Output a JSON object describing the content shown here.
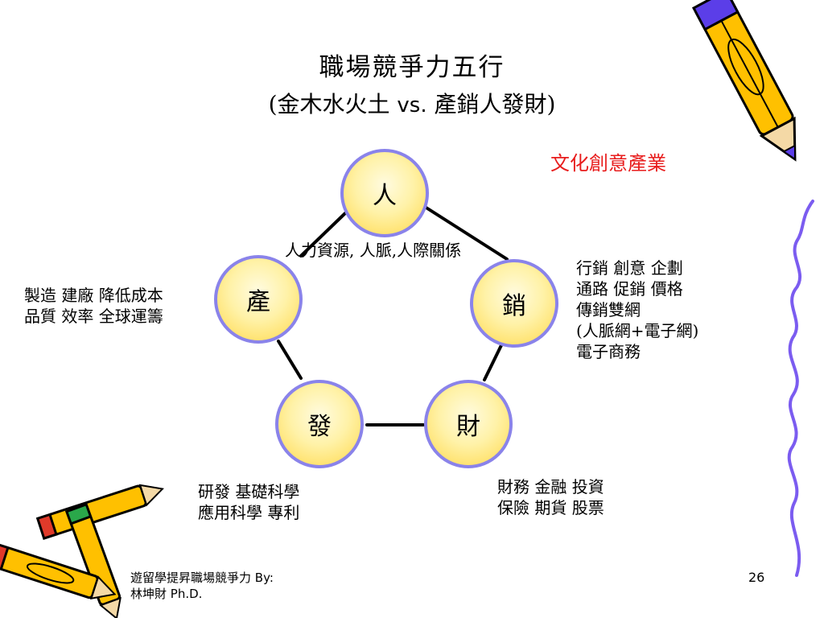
{
  "slide": {
    "title": "職場競爭力五行",
    "subtitle_open": "(金木水火土 ",
    "subtitle_vs": "vs.",
    "subtitle_close": " 產銷人發財)",
    "tag": "文化創意產業"
  },
  "nodes": {
    "ren": "人",
    "xiao": "銷",
    "cai": "財",
    "fa": "發",
    "chan": "產"
  },
  "descriptions": {
    "ren": "人力資源, 人脈,人際關係",
    "xiao": "行銷 創意 企劃\n通路 促銷 價格\n傳銷雙網\n(人脈網+電子網)\n電子商務",
    "chan": "製造 建廠 降低成本\n品質 效率 全球運籌",
    "fa": "研發 基礎科學\n應用科學 專利",
    "cai": "財務 金融 投資\n保險 期貨 股票"
  },
  "footer": {
    "line1_zh": "遊留學提昇職場競爭力",
    "line1_en": " By:",
    "line2_zh": "林坤財",
    "line2_en": " Ph.D.",
    "page": "26"
  },
  "colors": {
    "circle_border": "#8a83ea",
    "circle_fill": "#ffd84a",
    "tag": "#e81c1c",
    "pencil_body": "#ffc000",
    "deco_line": "#7b5cf0"
  },
  "icons": [
    "pencil-icon",
    "pencils-cluster-icon"
  ]
}
